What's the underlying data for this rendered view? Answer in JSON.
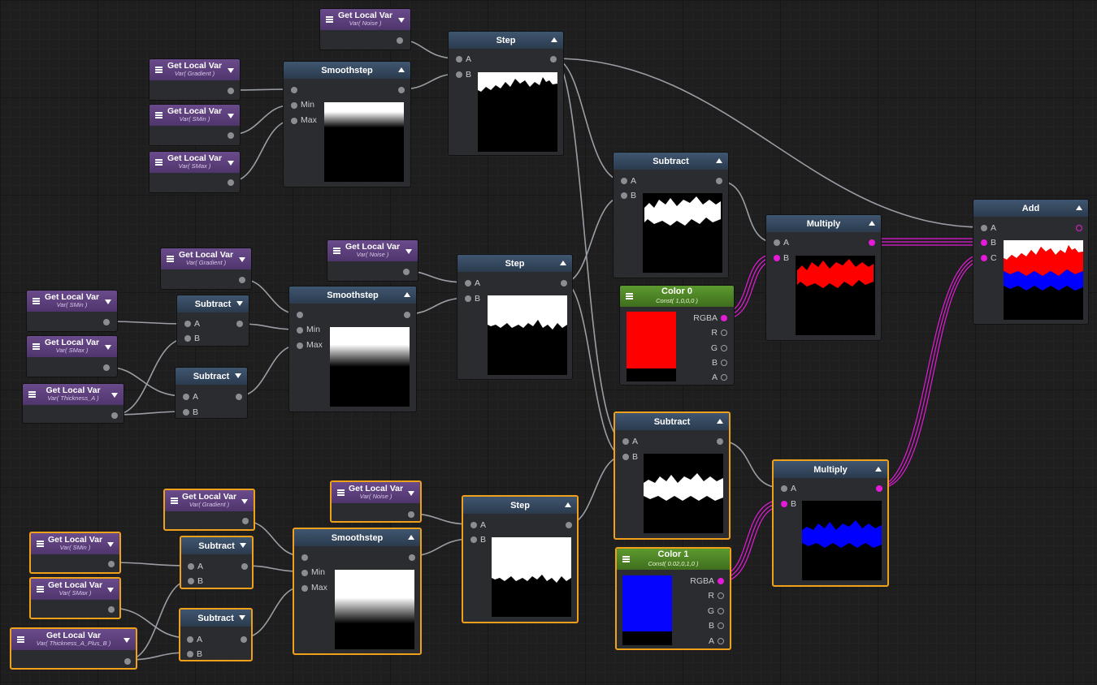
{
  "colors": {
    "wire": "#9a9ea4",
    "wire_pink": "#e41bd8",
    "selected": "#f0a11c"
  },
  "labels": {
    "get_local_var": "Get Local Var",
    "smoothstep": "Smoothstep",
    "step": "Step",
    "subtract": "Subtract",
    "multiply": "Multiply",
    "add": "Add",
    "color0": "Color 0",
    "color1": "Color 1"
  },
  "vars": {
    "noise": "Var( Noise )",
    "gradient": "Var( Gradient )",
    "smin": "Var( SMin )",
    "smax": "Var( SMax )",
    "thickness_a": "Var( Thickness_A )",
    "thickness_ab": "Var( Thickness_A_Plus_B )"
  },
  "consts": {
    "color0": "Const( 1,0,0,0 )",
    "color1": "Const( 0.02,0,1,0 )"
  },
  "ports": {
    "a": "A",
    "b": "B",
    "c": "C",
    "min": "Min",
    "max": "Max",
    "rgba": "RGBA",
    "r": "R",
    "g": "G",
    "bch": "B",
    "alpha": "A"
  }
}
